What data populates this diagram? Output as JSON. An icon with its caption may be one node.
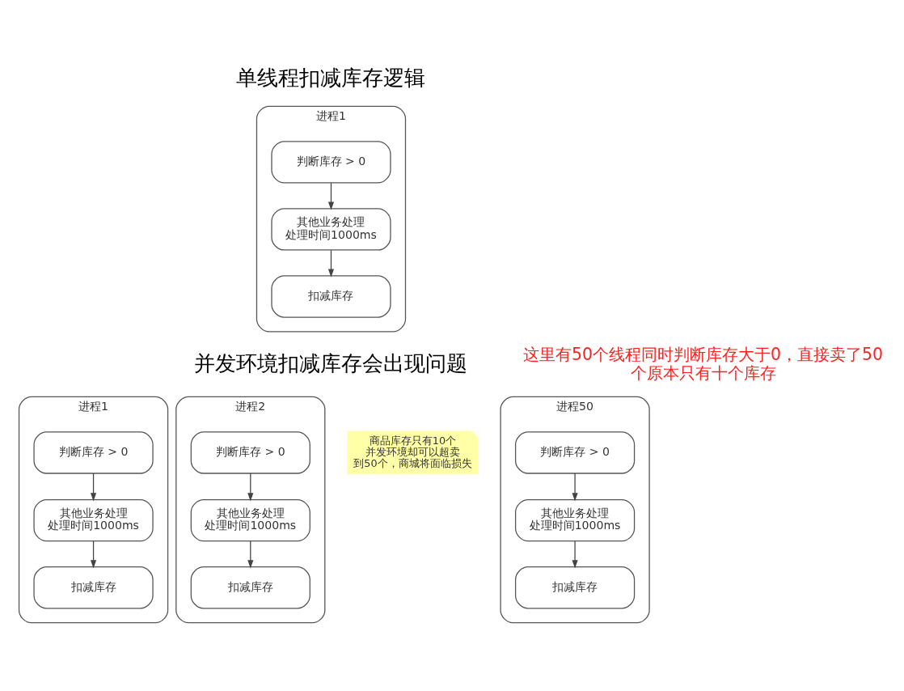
{
  "diagram": {
    "nodes": [
      {
        "text": [
          "进程1"
        ]
      },
      {
        "text": [
          "判断库存 > 0"
        ],
        "in": 0
      },
      {
        "text": [
          "其他业务处理处理时间1000ms"
        ],
        "in": 0
      },
      {
        "text": [
          "扣减库存"
        ],
        "in": 0
      },
      {
        "text": [
          "进程1"
        ]
      },
      {
        "text": [
          "判断库存 > 0"
        ],
        "in": 4
      },
      {
        "text": [
          "其他业务处理处理时间1000ms"
        ],
        "in": 4
      },
      {
        "text": [
          "扣减库存"
        ],
        "in": 4
      },
      {
        "text": [
          "进程2"
        ]
      },
      {
        "text": [
          "判断库存 > 0"
        ],
        "in": 8
      },
      {
        "text": [
          "其他业务处理处理时间1000ms"
        ],
        "in": 8
      },
      {
        "text": [
          "扣减库存"
        ],
        "in": 8
      },
      {
        "text": [
          "商品库存只有10个并发环境却可以超卖到50个，商城将面临损失"
        ]
      },
      {
        "text": [
          "进程50"
        ]
      },
      {
        "text": [
          "判断库存 > 0"
        ],
        "in": 13
      },
      {
        "text": [
          "其他业务处理处理时间1000ms"
        ],
        "in": 13
      },
      {
        "text": [
          "扣减库存"
        ],
        "in": 13
      }
    ],
    "edges": [
      {
        "from": 1,
        "to": 2,
        "arrow": "to"
      },
      {
        "from": 2,
        "to": 3,
        "arrow": "to"
      },
      {
        "from": 5,
        "to": 6,
        "arrow": "to"
      },
      {
        "from": 6,
        "to": 7,
        "arrow": "to"
      },
      {
        "from": 9,
        "to": 10,
        "arrow": "to"
      },
      {
        "from": 10,
        "to": 11,
        "arrow": "to"
      },
      {
        "from": 14,
        "to": 15,
        "arrow": "to"
      },
      {
        "from": 15,
        "to": 16,
        "arrow": "to"
      }
    ],
    "labels": [
      "单线程扣减库存逻辑",
      "并发环境扣减库存会出现问题",
      "这里有50个线程同时判断库存大于0，直接卖了50个原本只有十个库存"
    ]
  }
}
